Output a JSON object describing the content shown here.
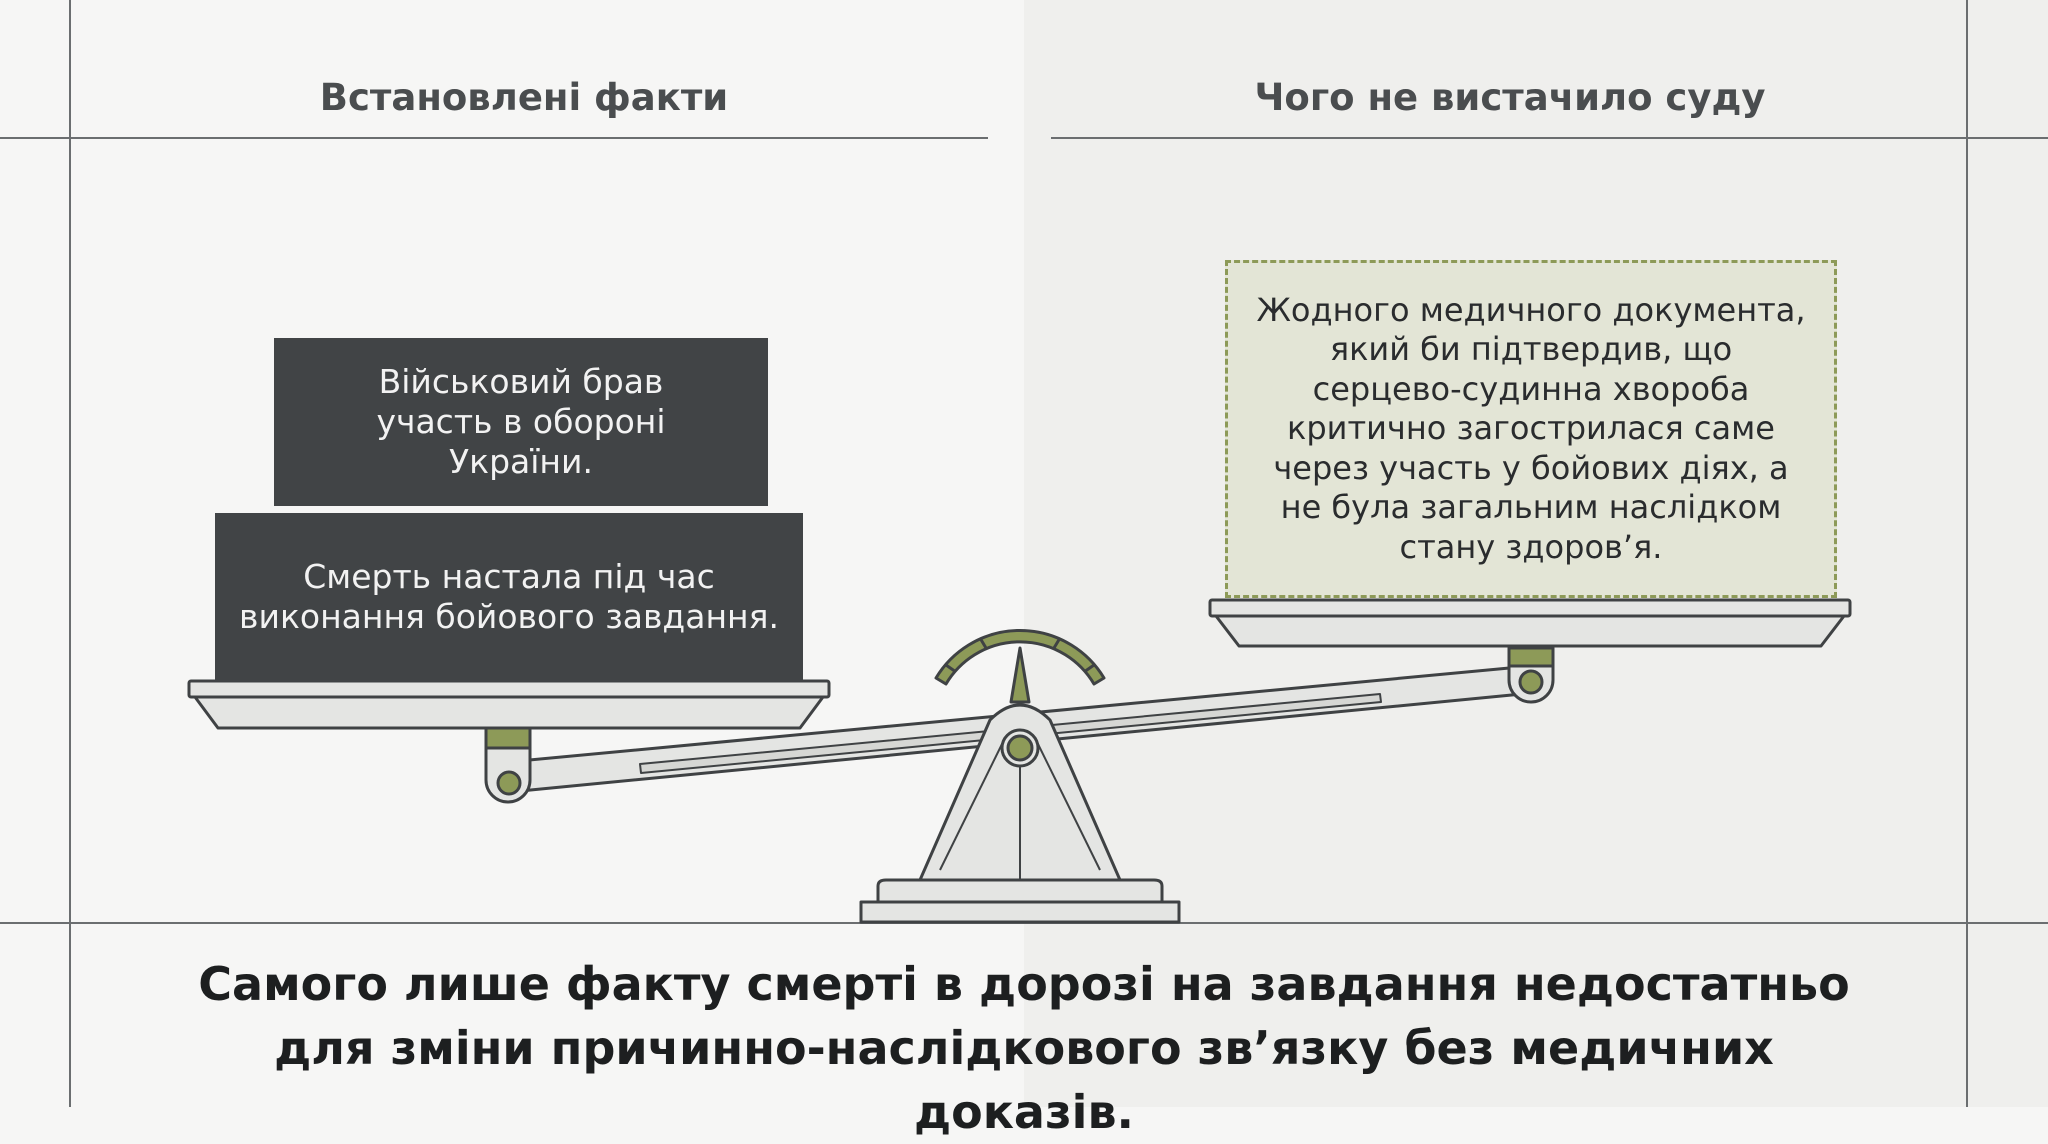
{
  "headers": {
    "left": "Встановлені факти",
    "right": "Чого не вистачило суду"
  },
  "facts": [
    "Військовий брав участь в обороні України.",
    "Смерть настала під час виконання бойового завдання."
  ],
  "missing_evidence": "Жодного медичного документа, який би підтвердив, що серцево-судинна хвороба критично загострилася саме через участь у бойових діях, а не була загальним наслідком стану здоров’я.",
  "conclusion": "Самого лише факту смерті в дорозі на завдання недостатньо для зміни причинно-наслідкового зв’язку без медичних доказів.",
  "colors": {
    "dark_box": "#414446",
    "accent_olive": "#8d9a58",
    "missing_box_fill": "#e3e5d6",
    "scale_metal": "#e4e5e3"
  },
  "icons": [
    "balance-scale-icon"
  ]
}
